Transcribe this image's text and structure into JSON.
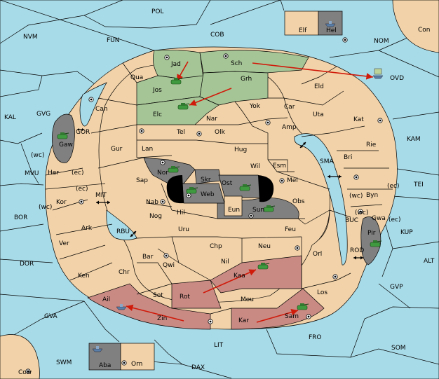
{
  "colors": {
    "sea": "#a8dbe8",
    "land": "#f2d2a8",
    "green": "#a6c596",
    "red": "#c98a84",
    "grey": "#808080",
    "order_arrow": "#d01a0a",
    "unit": "#3f9a3f"
  },
  "icons": {
    "army": "tank-icon",
    "fleet": "ship-icon",
    "supply": "supply-center-icon"
  },
  "sea_labels": {
    "POL": "POL",
    "NVM": "NVM",
    "FUN": "FUN",
    "COB": "COB",
    "NOM": "NOM",
    "Con": "Con",
    "OVD": "OVD",
    "KAL": "KAL",
    "GVG": "GVG",
    "KAM": "KAM",
    "MVU": "MVU",
    "MIT": "MIT",
    "SMA": "SMA",
    "TEI": "TEI",
    "BOR": "BOR",
    "RBU": "RBU",
    "BUC": "BUC",
    "KUP": "KUP",
    "DOR": "DOR",
    "ROD": "ROD",
    "ALT": "ALT",
    "GVP": "GVP",
    "GVA": "GVA",
    "FRO": "FRO",
    "SOM": "SOM",
    "SWM": "SWM",
    "LIT": "LIT",
    "DAX": "DAX",
    "Cow": "Cow",
    "GOR": "GOR"
  },
  "land_labels": {
    "Elf": "Elf",
    "Hel": "Hel",
    "Jad": "Jad",
    "Sch": "Sch",
    "Qua": "Qua",
    "Jos": "Jos",
    "Grh": "Grh",
    "Eld": "Eld",
    "Can": "Can",
    "Yok": "Yok",
    "Car": "Car",
    "Uta": "Uta",
    "Elc": "Elc",
    "Nar": "Nar",
    "Kat": "Kat",
    "Gaw": "Gaw",
    "Tel": "Tel",
    "Olk": "Olk",
    "Amp": "Amp",
    "Gur": "Gur",
    "Lan": "Lan",
    "Hug": "Hug",
    "Rie": "Rie",
    "Bri": "Bri",
    "Wil": "Wil",
    "Esm": "Esm",
    "Nor": "Nor",
    "Skr": "Skr",
    "Her": "Her",
    "Sap": "Sap",
    "Web": "Web",
    "Ost": "Ost",
    "Mel": "Mel",
    "Byn": "Byn",
    "Kor": "Kor",
    "Nab": "Nab",
    "Eun": "Eun",
    "Sun": "Sun",
    "Obs": "Obs",
    "Hil": "Hil",
    "Gwa": "Gwa",
    "Nog": "Nog",
    "Ark": "Ark",
    "Uru": "Uru",
    "Feu": "Feu",
    "Pir": "Pir",
    "Chp": "Chp",
    "Neu": "Neu",
    "Ver": "Ver",
    "Bar": "Bar",
    "Orl": "Orl",
    "Qwi": "Qwi",
    "Nil": "Nil",
    "Ken": "Ken",
    "Chr": "Chr",
    "Kaa": "Kaa",
    "Rot": "Rot",
    "Los": "Los",
    "Sot": "Sot",
    "Mou": "Mou",
    "Ail": "Ail",
    "Zin": "Zin",
    "Kar": "Kar",
    "Sam": "Sam",
    "Aba": "Aba",
    "Orn": "Orn"
  },
  "coast_labels": {
    "wc1": "(wc)",
    "ec1": "(ec)",
    "ec2": "(ec)",
    "wc2": "(wc)",
    "wc3": "(wc)",
    "ec3": "(ec)",
    "wc4": "(wc)",
    "ec4": "(ec)"
  }
}
